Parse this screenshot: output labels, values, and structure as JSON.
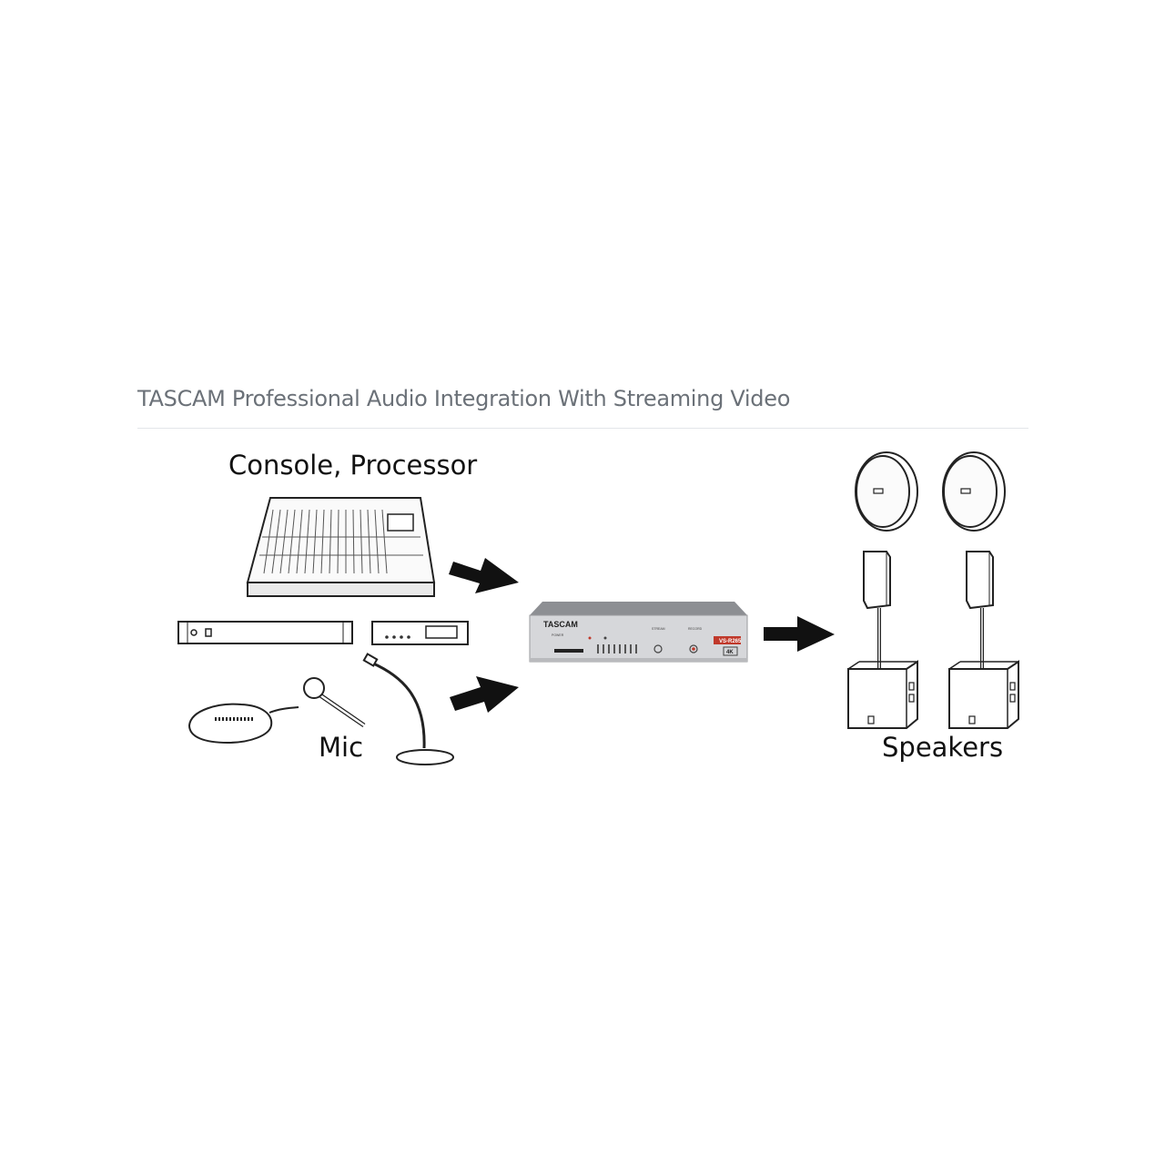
{
  "header": {
    "title": "TASCAM Professional Audio Integration With Streaming Video"
  },
  "diagram": {
    "labels": {
      "sources": "Console, Processor",
      "mic": "Mic",
      "outputs": "Speakers"
    },
    "device": {
      "brand": "TASCAM",
      "model": "VS-R265",
      "badge": "4K",
      "stream_label": "STREAM",
      "record_label": "RECORD",
      "power_label": "POWER"
    }
  }
}
